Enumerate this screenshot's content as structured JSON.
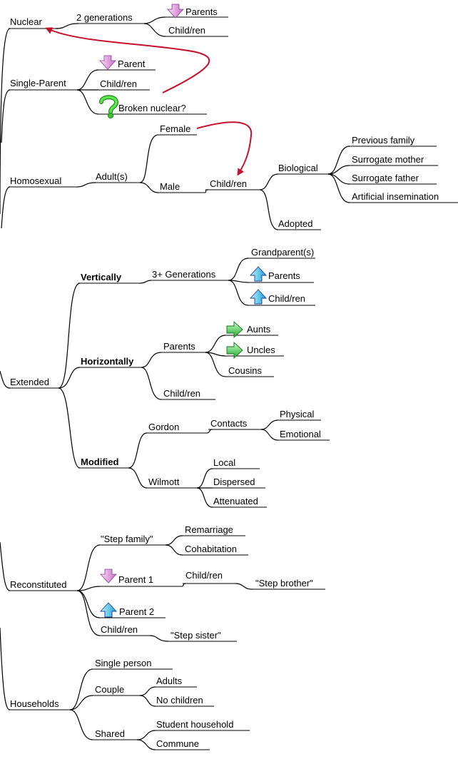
{
  "nodes": {
    "nuclear": "Nuclear",
    "two_generations": "2 generations",
    "nuclear_parents": "Parents",
    "nuclear_children": "Child/ren",
    "single_parent": "Single-Parent",
    "sp_parent": "Parent",
    "sp_children": "Child/ren",
    "sp_broken": "Broken nuclear?",
    "homosexual": "Homosexual",
    "adults": "Adult(s)",
    "female": "Female",
    "male": "Male",
    "homo_children": "Child/ren",
    "biological": "Biological",
    "previous_family": "Previous family",
    "surrogate_mother": "Surrogate mother",
    "surrogate_father": "Surrogate father",
    "artificial_insemination": "Artificial insemination",
    "adopted": "Adopted",
    "extended": "Extended",
    "vertically": "Vertically",
    "three_generations": "3+ Generations",
    "grandparents": "Grandparent(s)",
    "vert_parents": "Parents",
    "vert_children": "Child/ren",
    "horizontally": "Horizontally",
    "horiz_parents": "Parents",
    "aunts": "Aunts",
    "uncles": "Uncles",
    "cousins": "Cousins",
    "horiz_children": "Child/ren",
    "modified": "Modified",
    "gordon": "Gordon",
    "contacts": "Contacts",
    "physical": "Physical",
    "emotional": "Emotional",
    "wilmott": "Wilmott",
    "local": "Local",
    "dispersed": "Dispersed",
    "attenuated": "Attenuated",
    "reconstituted": "Reconstituted",
    "step_family": "\"Step family\"",
    "remarriage": "Remarriage",
    "cohabitation": "Cohabitation",
    "parent1": "Parent 1",
    "p1_children": "Child/ren",
    "step_brother": "\"Step brother\"",
    "parent2": "Parent 2",
    "recon_children": "Child/ren",
    "step_sister": "\"Step sister\"",
    "households": "Households",
    "single_person": "Single person",
    "couple": "Couple",
    "couple_adults": "Adults",
    "no_children": "No children",
    "shared": "Shared",
    "student_household": "Student household",
    "commune": "Commune"
  },
  "icons": {
    "down_arrow_color": "#e79be6",
    "up_arrow_color": "#39d7f7",
    "right_arrow_color": "#5ee86a",
    "question_color": "#36c530",
    "relationship_color": "#c8102e"
  }
}
